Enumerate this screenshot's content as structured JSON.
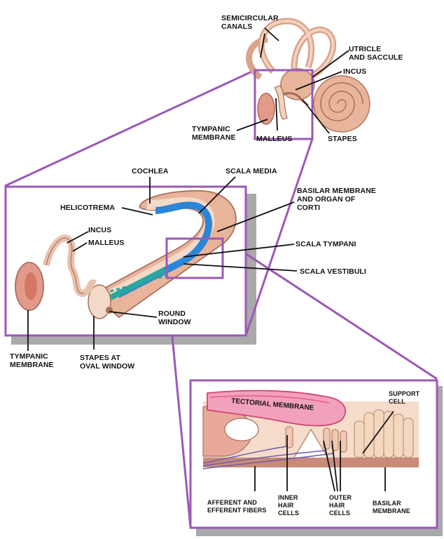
{
  "labels": {
    "semicircular_canals": "SEMICIRCULAR\nCANALS",
    "utricle_saccule": "UTRICLE\nAND SACCULE",
    "incus_top": "INCUS",
    "tympanic_top": "TYMPANIC\nMEMBRANE",
    "malleus_top": "MALLEUS",
    "stapes_top": "STAPES",
    "cochlea": "COCHLEA",
    "scala_media": "SCALA MEDIA",
    "helicotrema": "HELICOTREMA",
    "basilar_organ": "BASILAR MEMBRANE\nAND ORGAN OF\nCORTI",
    "incus_mid": "INCUS",
    "malleus_mid": "MALLEUS",
    "scala_tympani": "SCALA TYMPANI",
    "scala_vestibuli": "SCALA VESTIBULI",
    "round_window": "ROUND\nWINDOW",
    "tympanic_mid": "TYMPANIC\nMEMBRANE",
    "stapes_oval": "STAPES AT\nOVAL WINDOW",
    "tectorial": "TECTORIAL MEMBRANE",
    "support_cell": "SUPPORT\nCELL",
    "afferent_efferent": "AFFERENT AND\nEFFERENT FIBERS",
    "inner_hair": "INNER\nHAIR\nCELLS",
    "outer_hair": "OUTER\nHAIR\nCELLS",
    "basilar_bottom": "BASILAR\nMEMBRANE"
  },
  "colors": {
    "frame": "#9b59b6",
    "shadow": "#a9a9a9",
    "tissue": "#e8b49a",
    "tissue_light": "#f3d9c8",
    "scala_media": "#2b86d6",
    "scala_teal": "#2aa6a0",
    "tectorial": "#e85a8a"
  }
}
